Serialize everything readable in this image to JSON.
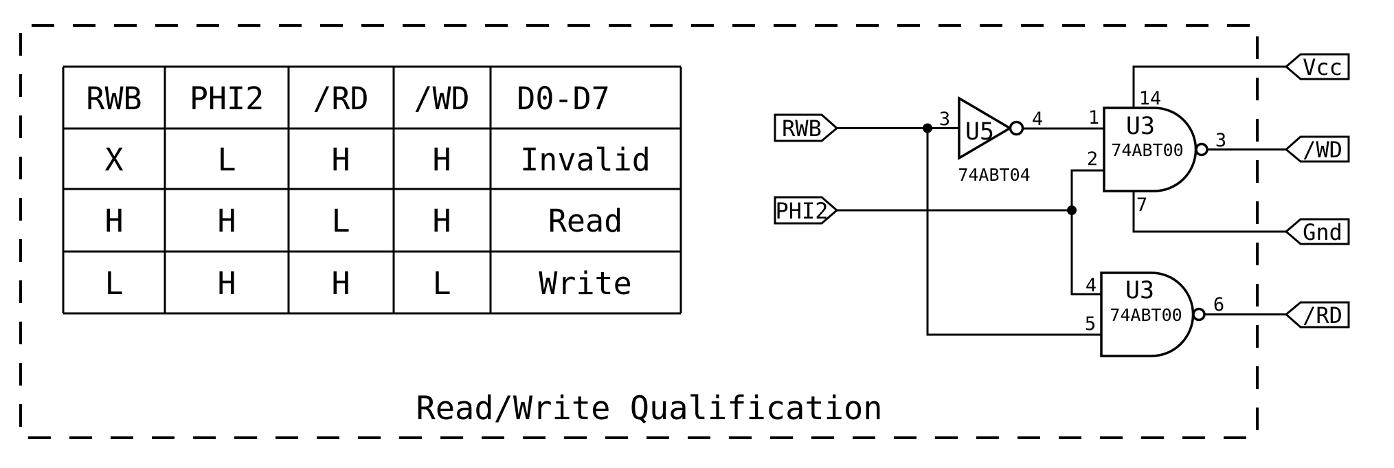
{
  "title": "Read/Write Qualification",
  "truth_table": {
    "headers": [
      "RWB",
      "PHI2",
      "/RD",
      "/WD",
      "D0-D7"
    ],
    "rows": [
      [
        "X",
        "L",
        "H",
        "H",
        "Invalid"
      ],
      [
        "H",
        "H",
        "L",
        "H",
        "Read"
      ],
      [
        "L",
        "H",
        "H",
        "L",
        "Write"
      ]
    ]
  },
  "schematic": {
    "input_tags": {
      "rwb": "RWB",
      "phi2": "PHI2"
    },
    "output_tags": {
      "vcc": "Vcc",
      "wd": "/WD",
      "gnd": "Gnd",
      "rd": "/RD"
    },
    "inverter": {
      "ref": "U5",
      "part": "74ABT04",
      "pin_in": "3",
      "pin_out": "4"
    },
    "nand_top": {
      "ref": "U3",
      "part": "74ABT00",
      "pin_in1": "1",
      "pin_in2": "2",
      "pin_out": "3",
      "pin_vcc": "14",
      "pin_gnd": "7"
    },
    "nand_bottom": {
      "ref": "U3",
      "part": "74ABT00",
      "pin_in1": "4",
      "pin_in2": "5",
      "pin_out": "6"
    }
  },
  "colors": {
    "ink": "#000000",
    "background": "#ffffff"
  }
}
